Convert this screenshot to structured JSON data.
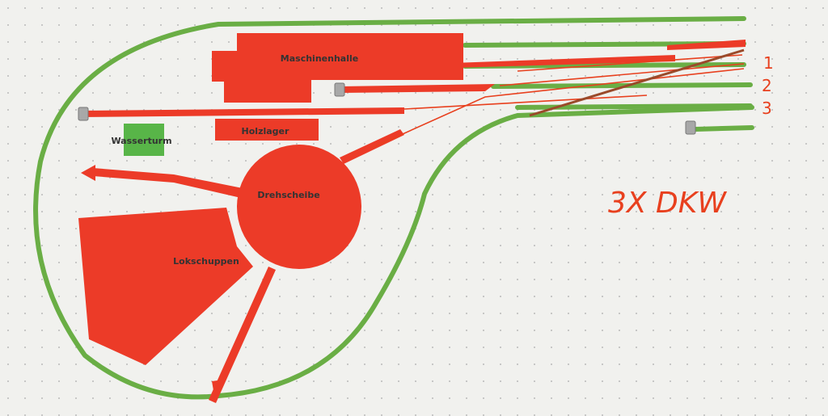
{
  "labels": {
    "maschinenhalle": "Maschinenhalle",
    "holzlager": "Holzlager",
    "wasserturm": "Wasserturm",
    "drehscheibe": "Drehscheibe",
    "lokschuppen": "Lokschuppen"
  },
  "annotations": {
    "track_1": "1",
    "track_2": "2",
    "track_3": "3",
    "note": "3X DKW"
  },
  "colors": {
    "background": "#f1f1ee",
    "track_green": "#6aae45",
    "building_red": "#ec3b28",
    "pen_orange": "#e8401e",
    "wasserturm_green": "#58b548",
    "buffer_gray": "#a8a8a8"
  }
}
